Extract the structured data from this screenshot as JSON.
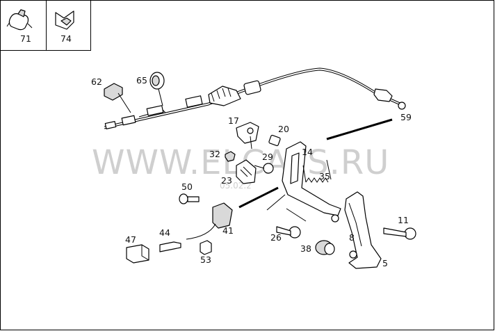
{
  "watermark": {
    "text": "WWW.ELCATS.RU",
    "date": "05.02.2"
  },
  "thumbnails": [
    {
      "number": "71",
      "icon": "clip-icon"
    },
    {
      "number": "74",
      "icon": "bracket-icon"
    }
  ],
  "callouts": {
    "c62": "62",
    "c65": "65",
    "c59": "59",
    "c17": "17",
    "c20": "20",
    "c32": "32",
    "c29": "29",
    "c14": "14",
    "c23": "23",
    "c35": "35",
    "c50": "50",
    "c11": "11",
    "c41": "41",
    "c44": "44",
    "c47": "47",
    "c26": "26",
    "c8": "8",
    "c38": "38",
    "c53": "53",
    "c5": "5"
  }
}
